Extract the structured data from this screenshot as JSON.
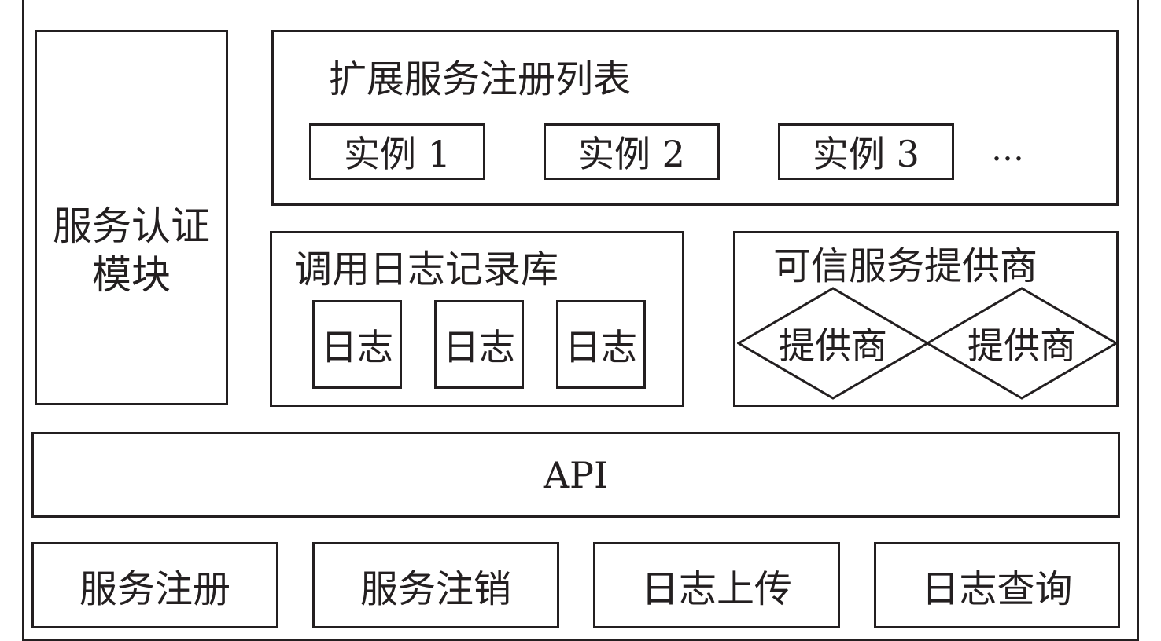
{
  "auth_module": {
    "label": "服务认证模块"
  },
  "registry": {
    "title": "扩展服务注册列表",
    "instances": [
      "实例 1",
      "实例 2",
      "实例 3"
    ],
    "more": "…"
  },
  "log_store": {
    "title": "调用日志记录库",
    "logs": [
      "日志",
      "日志",
      "日志"
    ]
  },
  "trusted_providers": {
    "title": "可信服务提供商",
    "providers": [
      "提供商",
      "提供商"
    ]
  },
  "api": {
    "label": "API"
  },
  "operations": [
    "服务注册",
    "服务注销",
    "日志上传",
    "日志查询"
  ]
}
